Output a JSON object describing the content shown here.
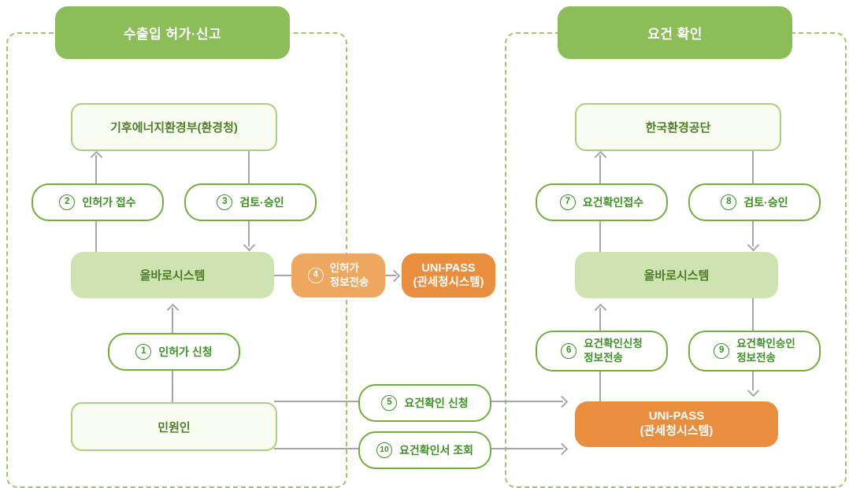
{
  "left_panel": {
    "title": "수출입 허가·신고",
    "agency": "기후에너지환경부(환경청)",
    "system": "올바로시스템",
    "applicant": "민원인",
    "step1": {
      "num": "1",
      "label": "인허가 신청"
    },
    "step2": {
      "num": "2",
      "label": "인허가 접수"
    },
    "step3": {
      "num": "3",
      "label": "검토·승인"
    },
    "step4": {
      "num": "4",
      "line1": "인허가",
      "line2": "정보전송"
    },
    "unipass": {
      "line1": "UNI-PASS",
      "line2": "(관세청시스템)"
    }
  },
  "bridge": {
    "step5": {
      "num": "5",
      "label": "요건확인 신청"
    },
    "step10": {
      "num": "10",
      "label": "요건확인서 조회"
    }
  },
  "right_panel": {
    "title": "요건 확인",
    "agency": "한국환경공단",
    "system": "올바로시스템",
    "step6": {
      "num": "6",
      "line1": "요건확인신청",
      "line2": "정보전송"
    },
    "step7": {
      "num": "7",
      "label": "요건확인접수"
    },
    "step8": {
      "num": "8",
      "label": "검토·승인"
    },
    "step9": {
      "num": "9",
      "line1": "요건확인승인",
      "line2": "정보전송"
    },
    "unipass": {
      "line1": "UNI-PASS",
      "line2": "(관세청시스템)"
    }
  },
  "colors": {
    "header_green": "#8bbd58",
    "panel_border_green": "#9bc86c",
    "entity_fill": "#f9fcf1",
    "entity_border": "#abd07d",
    "entity_text": "#4e7e28",
    "system_fill": "#cfe2b2",
    "step_green": "#3f9027",
    "step_border": "#70ae3e",
    "orange_light": "#efa75f",
    "orange_dark": "#e98d3e",
    "connector_gray": "#a6a6a6"
  }
}
